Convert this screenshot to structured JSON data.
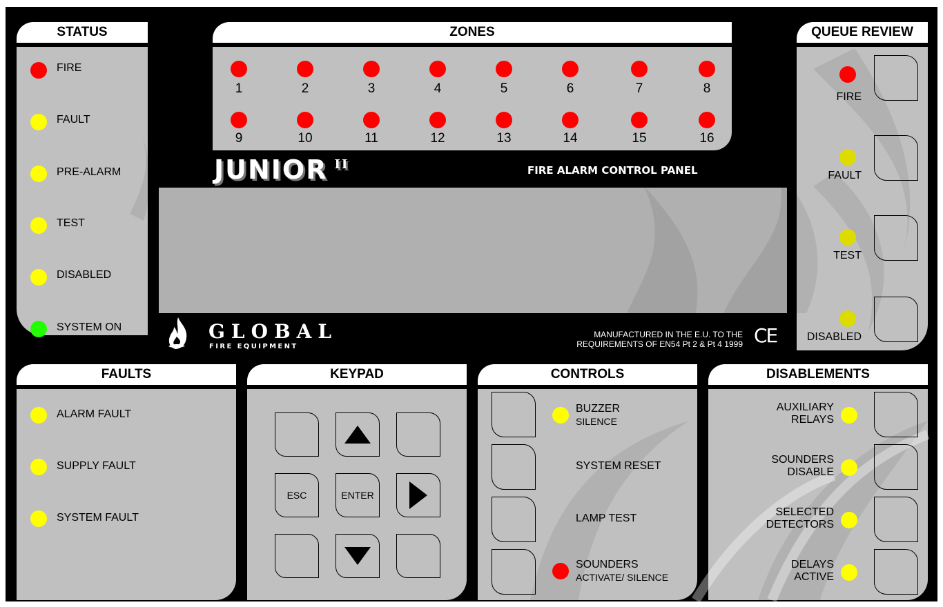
{
  "status": {
    "title": "STATUS",
    "items": [
      {
        "label": "FIRE",
        "color": "#ff0000"
      },
      {
        "label": "FAULT",
        "color": "#ffff00"
      },
      {
        "label": "PRE-ALARM",
        "color": "#ffff00"
      },
      {
        "label": "TEST",
        "color": "#ffff00"
      },
      {
        "label": "DISABLED",
        "color": "#ffff00"
      },
      {
        "label": "SYSTEM ON",
        "color": "#22ff00"
      }
    ]
  },
  "zones": {
    "title": "ZONES",
    "labels": [
      "1",
      "2",
      "3",
      "4",
      "5",
      "6",
      "7",
      "8",
      "9",
      "10",
      "11",
      "12",
      "13",
      "14",
      "15",
      "16"
    ],
    "led_color": "#ff0000"
  },
  "queue_review": {
    "title": "QUEUE REVIEW",
    "items": [
      {
        "label": "FIRE",
        "color": "#ff0000"
      },
      {
        "label": "FAULT",
        "color": "#dcdc00"
      },
      {
        "label": "TEST",
        "color": "#dcdc00"
      },
      {
        "label": "DISABLED",
        "color": "#dcdc00"
      }
    ]
  },
  "branding": {
    "product": "JUNIOR",
    "product_suffix": "II",
    "subtitle": "FIRE ALARM CONTROL PANEL",
    "company": "GLOBAL",
    "company_sub": "FIRE EQUIPMENT",
    "compliance_line1": "MANUFACTURED IN THE E.U. TO THE",
    "compliance_line2": "REQUIREMENTS OF EN54 Pt 2 & Pt 4 1999",
    "ce_mark": "CE"
  },
  "faults": {
    "title": "FAULTS",
    "items": [
      {
        "label": "ALARM FAULT",
        "color": "#ffff00"
      },
      {
        "label": "SUPPLY FAULT",
        "color": "#ffff00"
      },
      {
        "label": "SYSTEM FAULT",
        "color": "#ffff00"
      }
    ]
  },
  "keypad": {
    "title": "KEYPAD",
    "esc": "ESC",
    "enter": "ENTER",
    "icons": [
      "arrow-up-icon",
      "arrow-right-icon",
      "arrow-down-icon"
    ]
  },
  "controls": {
    "title": "CONTROLS",
    "buzzer_main": "BUZZER",
    "buzzer_sub": "SILENCE",
    "system_reset": "SYSTEM RESET",
    "lamp_test": "LAMP TEST",
    "sounders_main": "SOUNDERS",
    "sounders_sub": "ACTIVATE/ SILENCE",
    "buzzer_color": "#ffff00",
    "sounders_color": "#ff0000"
  },
  "disablements": {
    "title": "DISABLEMENTS",
    "items": [
      {
        "line1": "AUXILIARY",
        "line2": "RELAYS",
        "color": "#ffff00"
      },
      {
        "line1": "SOUNDERS",
        "line2": "DISABLE",
        "color": "#ffff00"
      },
      {
        "line1": "SELECTED",
        "line2": "DETECTORS",
        "color": "#ffff00"
      },
      {
        "line1": "DELAYS",
        "line2": "ACTIVE",
        "color": "#ffff00"
      }
    ]
  }
}
